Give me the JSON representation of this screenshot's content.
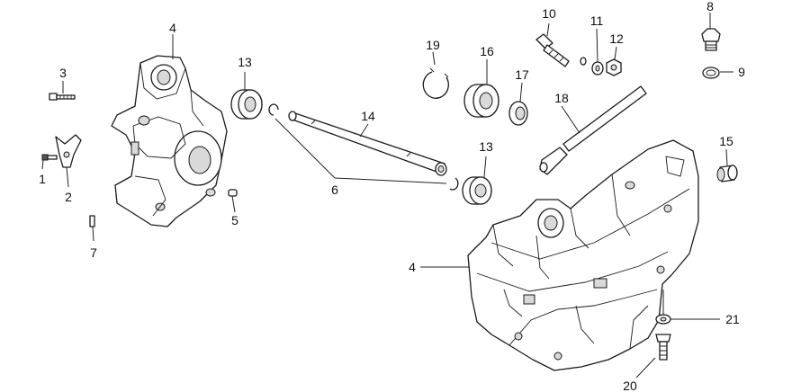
{
  "callouts": {
    "c1": "1",
    "c2": "2",
    "c3": "3",
    "c4a": "4",
    "c4b": "4",
    "c5": "5",
    "c6": "6",
    "c7": "7",
    "c8": "8",
    "c9": "9",
    "c10": "10",
    "c11": "11",
    "c12": "12",
    "c13a": "13",
    "c13b": "13",
    "c14": "14",
    "c15": "15",
    "c16": "16",
    "c17": "17",
    "c18": "18",
    "c19": "19",
    "c20": "20",
    "c21": "21"
  }
}
